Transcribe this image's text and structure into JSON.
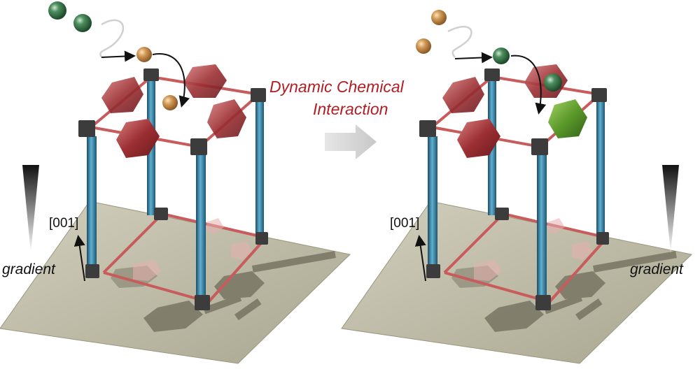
{
  "title": {
    "line1": "Dynamic Chemical",
    "line2": "Interaction"
  },
  "left_panel": {
    "direction_label": "[001]",
    "gradient_label": "gradient"
  },
  "right_panel": {
    "direction_label": "[001]",
    "gradient_label": "gradient"
  },
  "colors": {
    "title": "#b01e23",
    "substrate": "#c9c6b3",
    "pillar": "#3a86a8",
    "node": "#3c3c3c",
    "hexagon": "#9c2f33",
    "linker": "#c96a6a",
    "orange_sphere": "#d19a5a",
    "green_sphere": "#3d7a4e",
    "green_hexagon": "#5b9a2a",
    "arrow": "#d5d5d5"
  },
  "icons": [
    "green-sphere-icon",
    "orange-sphere-icon",
    "curved-arrow-icon",
    "transition-arrow-icon",
    "gradient-wedge-icon"
  ]
}
